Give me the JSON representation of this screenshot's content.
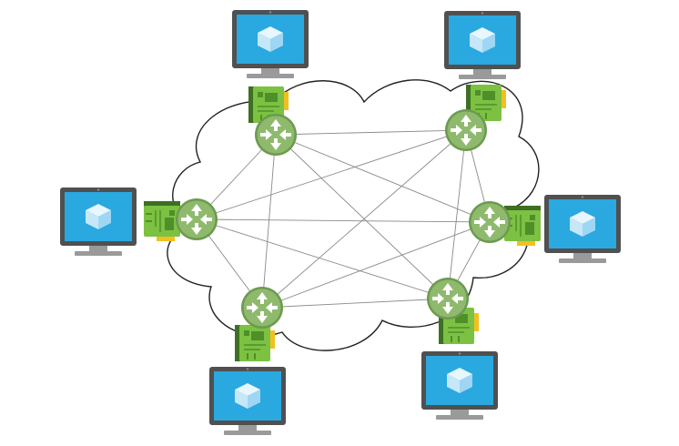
{
  "diagram": {
    "kind": "full-mesh network",
    "colors": {
      "cloud_stroke": "#222222",
      "cloud_fill": "#ffffff",
      "link": "#8a8a8a",
      "router_fill": "#8fba6e",
      "router_dark": "#6c9a50",
      "router_arrow": "#ffffff",
      "nic_fill": "#7cc142",
      "nic_dark": "#4f8f2a",
      "nic_connector": "#f2c01f",
      "monitor_bezel": "#505050",
      "monitor_stand": "#9a9a9a",
      "screen": "#2aa8e0",
      "cube_top": "#e8f6fd",
      "cube_left": "#c5e7f8",
      "cube_right": "#9fd6f3"
    },
    "icons": {
      "router": "router-icon",
      "nic": "network-card-icon",
      "computer": "virtual-machine-monitor-icon",
      "cloud": "cloud-outline"
    },
    "node_count": 6,
    "nodes": [
      {
        "id": "top-left"
      },
      {
        "id": "top-right"
      },
      {
        "id": "left"
      },
      {
        "id": "right"
      },
      {
        "id": "bottom-left"
      },
      {
        "id": "bottom-right"
      }
    ],
    "links": [
      [
        "top-left",
        "top-right"
      ],
      [
        "top-left",
        "left"
      ],
      [
        "top-left",
        "right"
      ],
      [
        "top-left",
        "bottom-left"
      ],
      [
        "top-left",
        "bottom-right"
      ],
      [
        "top-right",
        "left"
      ],
      [
        "top-right",
        "right"
      ],
      [
        "top-right",
        "bottom-left"
      ],
      [
        "top-right",
        "bottom-right"
      ],
      [
        "left",
        "right"
      ],
      [
        "left",
        "bottom-left"
      ],
      [
        "left",
        "bottom-right"
      ],
      [
        "right",
        "bottom-left"
      ],
      [
        "right",
        "bottom-right"
      ],
      [
        "bottom-left",
        "bottom-right"
      ]
    ]
  }
}
